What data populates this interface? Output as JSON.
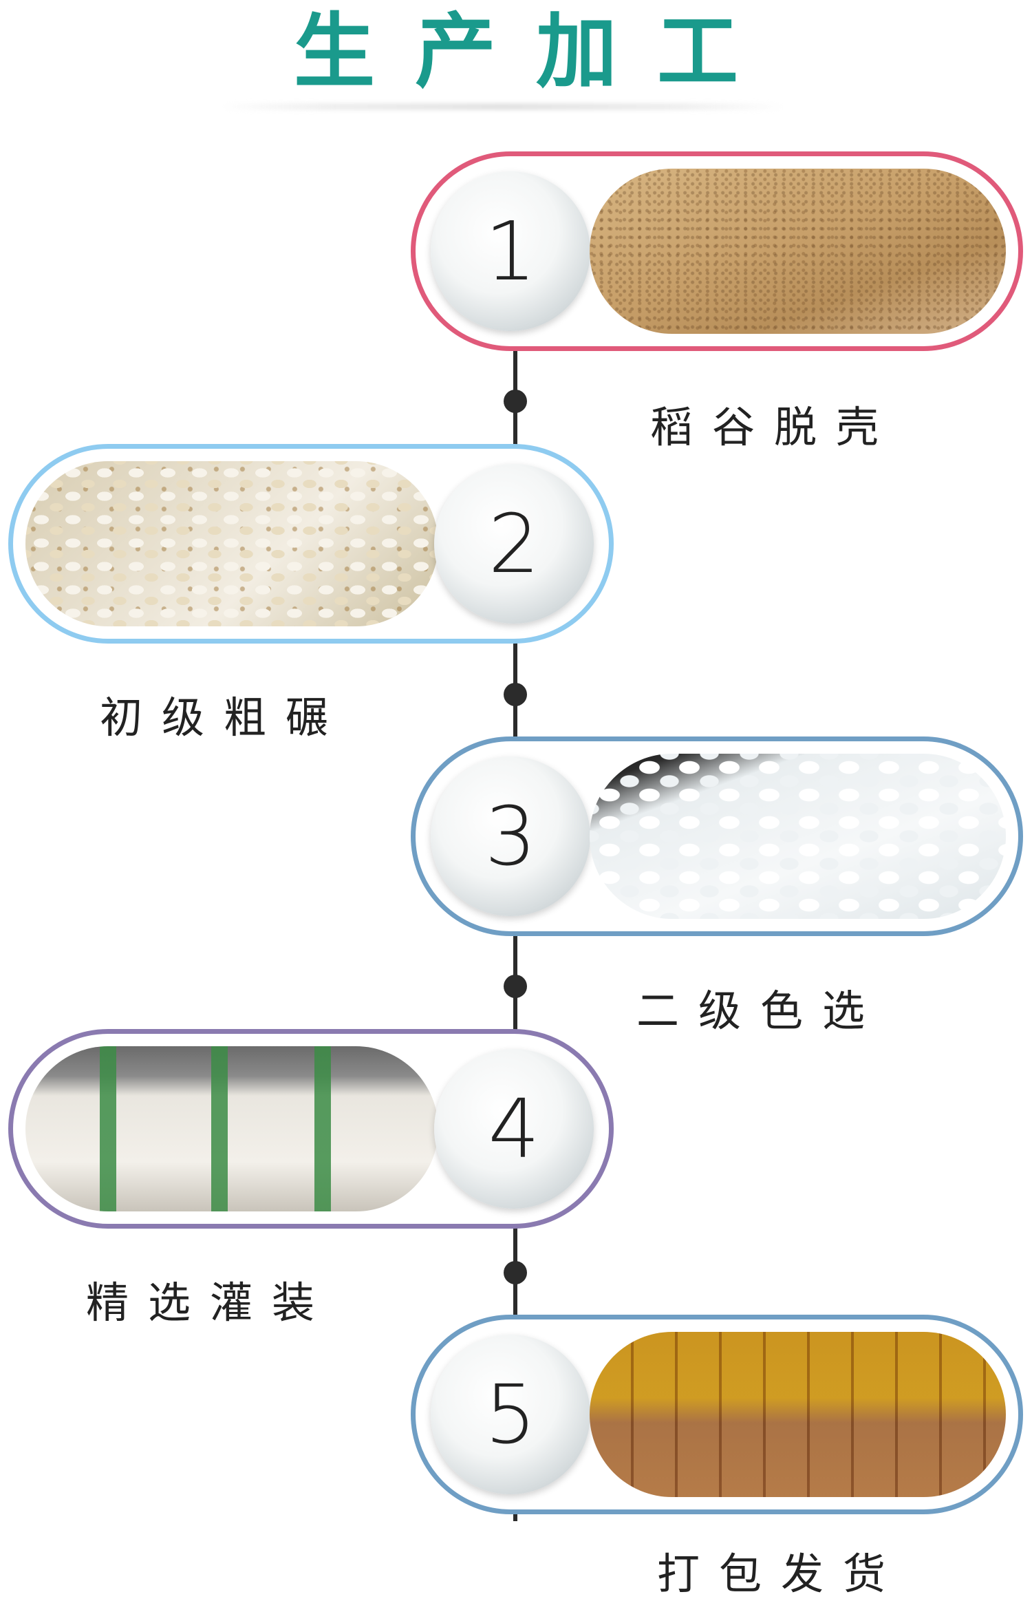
{
  "title": "生产加工",
  "steps": [
    {
      "number": "1",
      "label": "稻谷脱壳",
      "border_color": "#e05a7a",
      "photo": "paddy-grain-photo"
    },
    {
      "number": "2",
      "label": "初级粗碾",
      "border_color": "#8ecbf0",
      "photo": "brown-rice-photo"
    },
    {
      "number": "3",
      "label": "二级色选",
      "border_color": "#6f9ec4",
      "photo": "white-rice-photo"
    },
    {
      "number": "4",
      "label": "精选灌装",
      "border_color": "#8a7ab0",
      "photo": "bagging-factory-photo"
    },
    {
      "number": "5",
      "label": "打包发货",
      "border_color": "#6f9ec4",
      "photo": "parcel-shipping-photo"
    }
  ],
  "colors": {
    "title": "#1a9a8c",
    "timeline": "#2b2b2b",
    "label": "#222222"
  }
}
